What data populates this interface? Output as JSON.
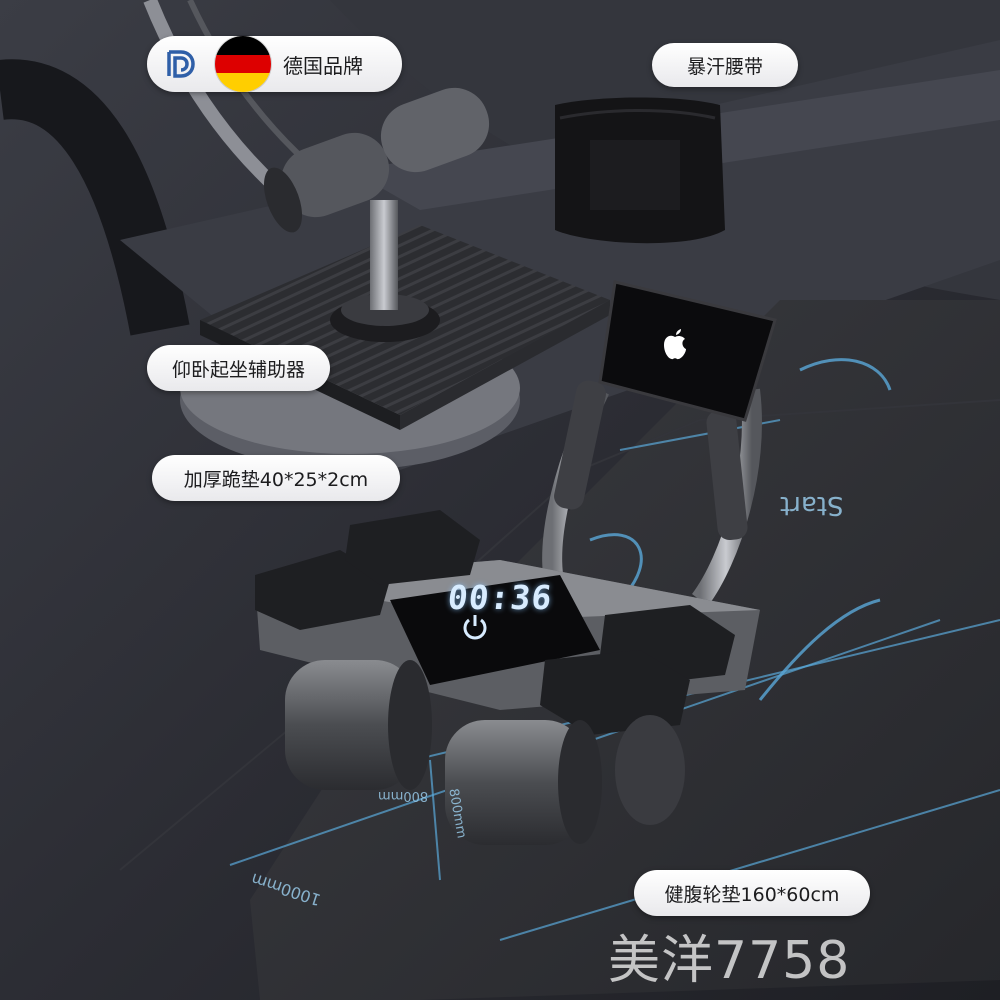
{
  "labels": {
    "brand": "德国品牌",
    "sweat_belt": "暴汗腰带",
    "situp_assist": "仰卧起坐辅助器",
    "knee_pad": "加厚跪垫40*25*2cm",
    "ab_wheel_mat": "健腹轮垫160*60cm"
  },
  "display": {
    "timer": "00:36"
  },
  "mat_print": {
    "start": "Start",
    "mm_800": "800mm",
    "mm_800_b": "800mm",
    "mm_1000": "1000mm"
  },
  "watermark": "美洋7758",
  "icons": {
    "brand_logo": "rd-logo-icon",
    "flag": "german-flag-icon",
    "power": "power-icon",
    "phone_brand": "apple-logo-icon"
  },
  "colors": {
    "flag_black": "#000000",
    "flag_red": "#dd0000",
    "flag_gold": "#ffce00",
    "brand_blue": "#2f5fa8",
    "pill_bg": "#ffffff",
    "display_glow": "#d8ecff",
    "mat_lines": "#5aa8d8"
  }
}
